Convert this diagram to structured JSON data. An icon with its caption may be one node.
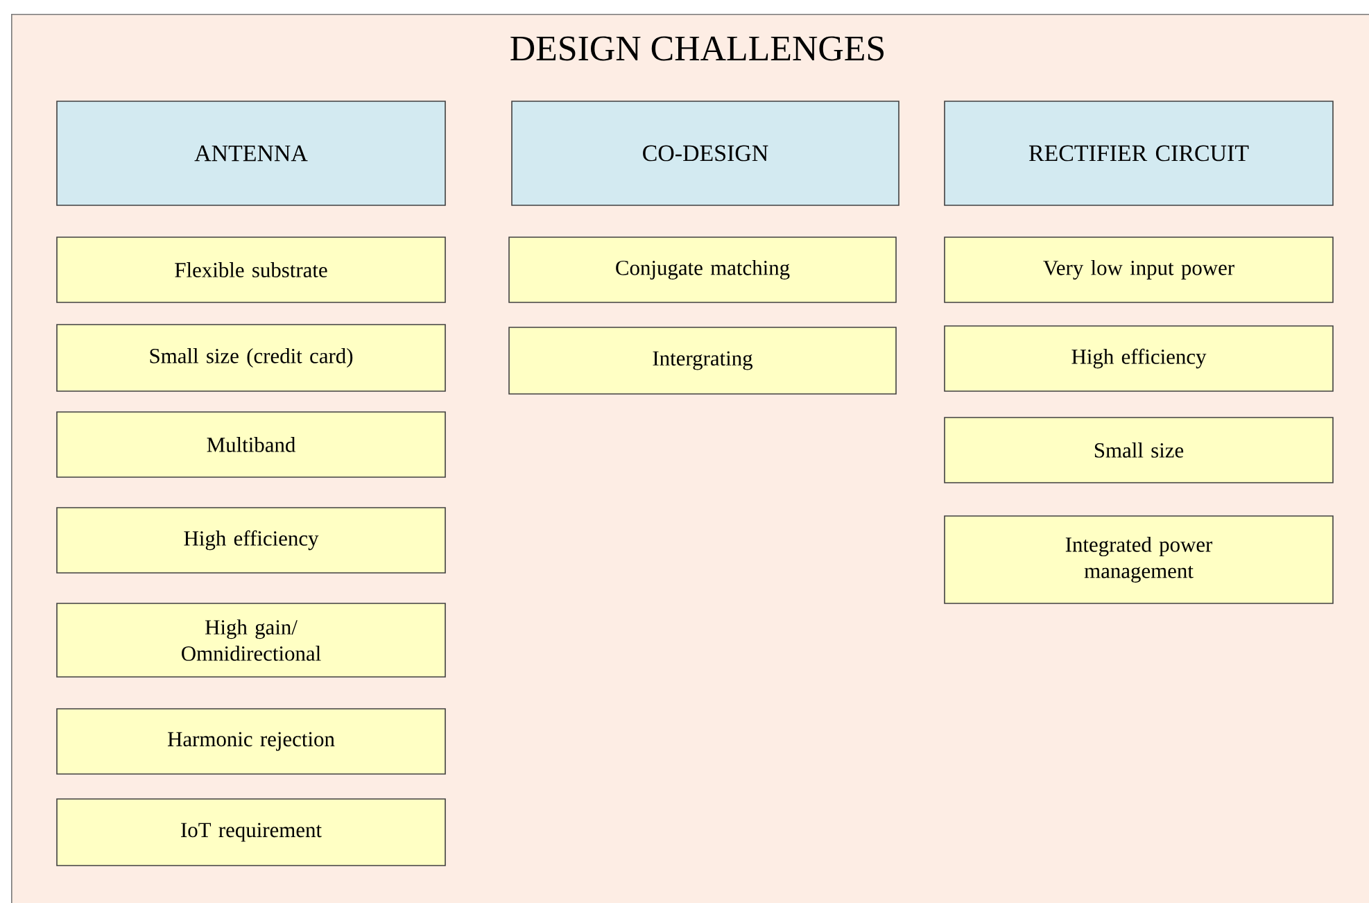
{
  "diagram": {
    "nodes": [
      {
        "text": [
          "DESIGN CHALLENGES"
        ]
      },
      {
        "text": [
          "ANTENNA"
        ],
        "in": 0
      },
      {
        "text": [
          "CO-DESIGN"
        ],
        "in": 0
      },
      {
        "text": [
          "RECTIFIER CIRCUIT"
        ],
        "in": 0
      },
      {
        "text": [
          "Flexible substrate"
        ],
        "in": 0
      },
      {
        "text": [
          "Conjugate matching"
        ],
        "in": 0
      },
      {
        "text": [
          "Very low input power"
        ],
        "in": 0
      },
      {
        "text": [
          "Small size (credit card)"
        ],
        "in": 0
      },
      {
        "text": [
          "Intergrating"
        ],
        "in": 0
      },
      {
        "text": [
          "High efficiency"
        ],
        "in": 0
      },
      {
        "text": [
          "Multiband"
        ],
        "in": 0
      },
      {
        "text": [
          "Small size"
        ],
        "in": 0
      },
      {
        "text": [
          "High efficiency"
        ],
        "in": 0
      },
      {
        "text": [
          "Integrated power management"
        ],
        "in": 0
      },
      {
        "text": [
          "High gain/ Omnidirectional"
        ],
        "in": 0
      },
      {
        "text": [
          "Harmonic rejection"
        ],
        "in": 0
      },
      {
        "text": [
          "IoT requirement"
        ],
        "in": 0
      }
    ]
  }
}
